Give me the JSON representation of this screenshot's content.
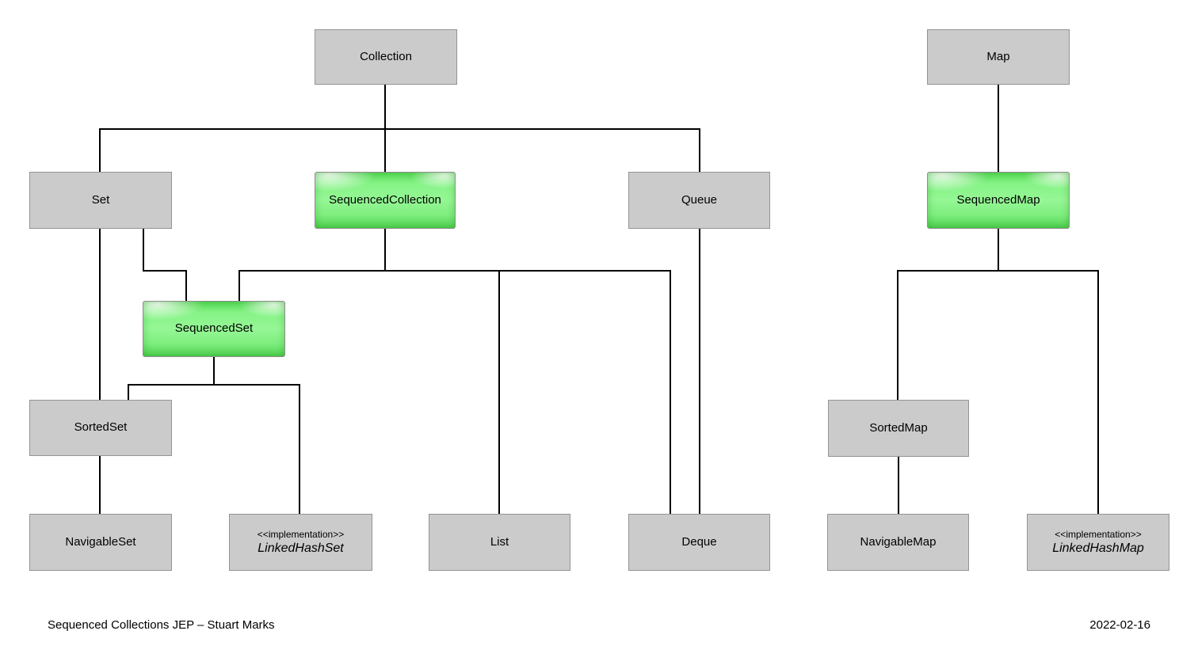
{
  "diagram": {
    "title_hint": "Java collections interface hierarchy with sequenced types highlighted",
    "colors": {
      "background": "#ffffff",
      "box_fill": "#cbcbcb",
      "box_border": "#949494",
      "highlight_fill": "#85f485",
      "connector": "#000000",
      "text": "#000000"
    },
    "nodes": {
      "collection": {
        "label": "Collection"
      },
      "map": {
        "label": "Map"
      },
      "set": {
        "label": "Set"
      },
      "sequencedcollection": {
        "label": "SequencedCollection"
      },
      "queue": {
        "label": "Queue"
      },
      "sequencedmap": {
        "label": "SequencedMap"
      },
      "sequencedset": {
        "label": "SequencedSet"
      },
      "sortedset": {
        "label": "SortedSet"
      },
      "sortedmap": {
        "label": "SortedMap"
      },
      "navigableset": {
        "label": "NavigableSet"
      },
      "linkedhashset": {
        "stereotype": "<<implementation>>",
        "label": "LinkedHashSet"
      },
      "list": {
        "label": "List"
      },
      "deque": {
        "label": "Deque"
      },
      "navigablemap": {
        "label": "NavigableMap"
      },
      "linkedhashmap": {
        "stereotype": "<<implementation>>",
        "label": "LinkedHashMap"
      }
    },
    "edges": [
      "Collection-Set",
      "Collection-SequencedCollection",
      "Collection-Queue",
      "Set-SequencedSet",
      "Set-SortedSet",
      "SequencedCollection-SequencedSet",
      "SequencedCollection-List",
      "SequencedCollection-Deque",
      "Queue-Deque",
      "SequencedSet-SortedSet",
      "SequencedSet-LinkedHashSet",
      "SortedSet-NavigableSet",
      "Map-SequencedMap",
      "SequencedMap-SortedMap",
      "SequencedMap-LinkedHashMap",
      "SortedMap-NavigableMap"
    ],
    "footer": {
      "left": "Sequenced Collections JEP – Stuart Marks",
      "right": "2022-02-16"
    }
  }
}
